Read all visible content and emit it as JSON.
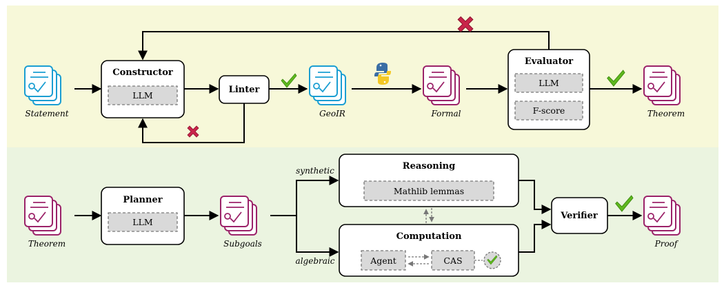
{
  "colors": {
    "top_panel": "#f7f8d9",
    "bottom_panel": "#ebf4e0",
    "doc_blue": "#1a9ed2",
    "doc_purple": "#9b2269",
    "grey_fill": "#d9d9d9",
    "check_green": "#5fb81e",
    "cross_red": "#c9244a"
  },
  "top": {
    "statement_caption": "Statement",
    "constructor_title": "Constructor",
    "constructor_llm": "LLM",
    "linter_title": "Linter",
    "geoir_caption": "GeoIR",
    "formal_caption": "Formal",
    "evaluator_title": "Evaluator",
    "evaluator_llm": "LLM",
    "evaluator_fscore": "F-score",
    "theorem_caption": "Theorem"
  },
  "bottom": {
    "theorem_caption": "Theorem",
    "planner_title": "Planner",
    "planner_llm": "LLM",
    "subgoals_caption": "Subgoals",
    "synthetic_label": "synthetic",
    "algebraic_label": "algebraic",
    "reasoning_title": "Reasoning",
    "mathlib_label": "Mathlib lemmas",
    "computation_title": "Computation",
    "agent_label": "Agent",
    "cas_label": "CAS",
    "verifier_title": "Verifier",
    "proof_caption": "Proof"
  },
  "icons": [
    "document-stack-icon",
    "check-icon",
    "cross-icon",
    "python-logo-icon",
    "check-circle-icon"
  ]
}
